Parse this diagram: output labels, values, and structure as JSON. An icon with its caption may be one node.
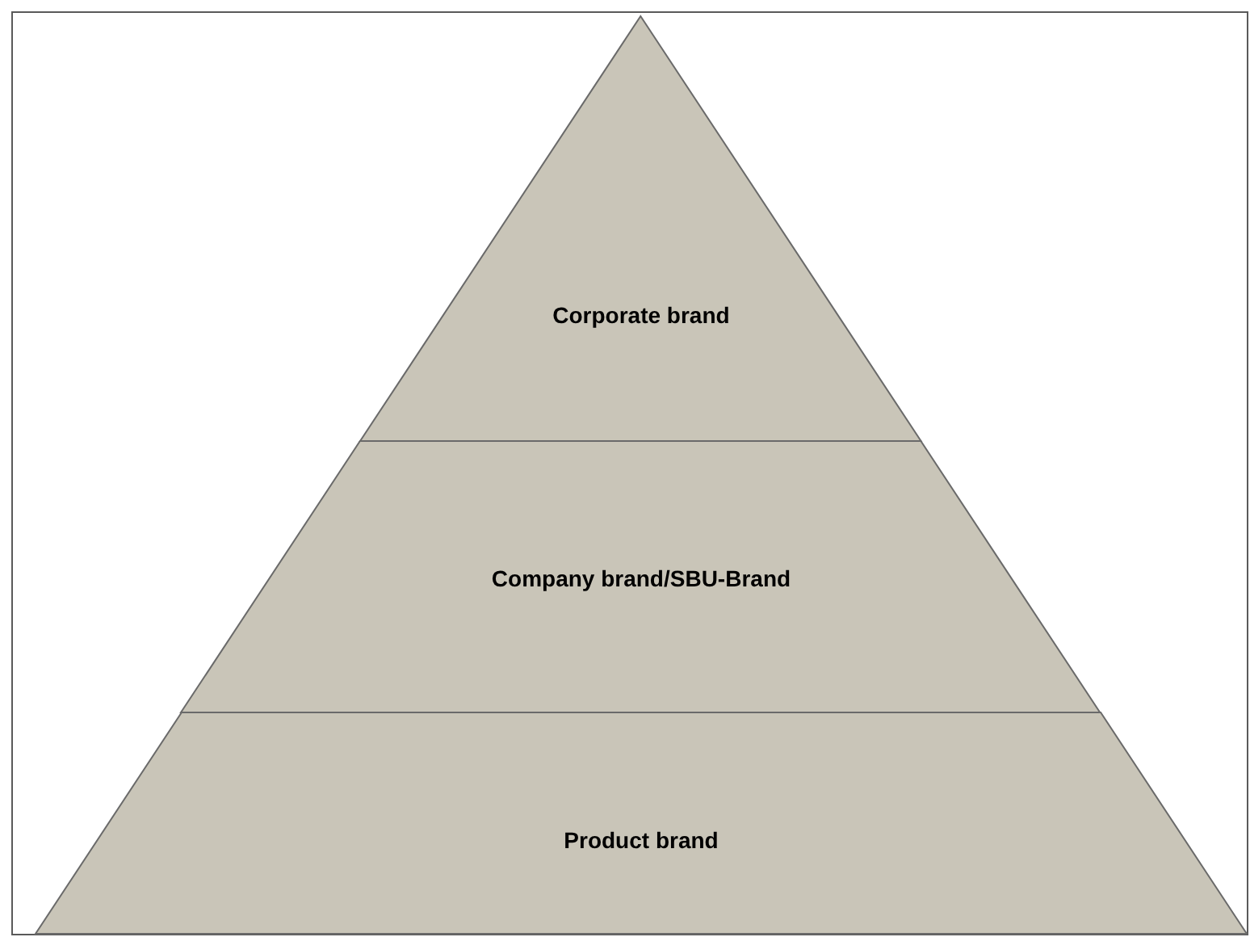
{
  "diagram": {
    "nodes": [
      {
        "text": [
          "Corporate brand"
        ]
      },
      {
        "text": [
          "Company brand/SBU-Brand"
        ]
      },
      {
        "text": [
          "Product brand"
        ]
      }
    ]
  }
}
